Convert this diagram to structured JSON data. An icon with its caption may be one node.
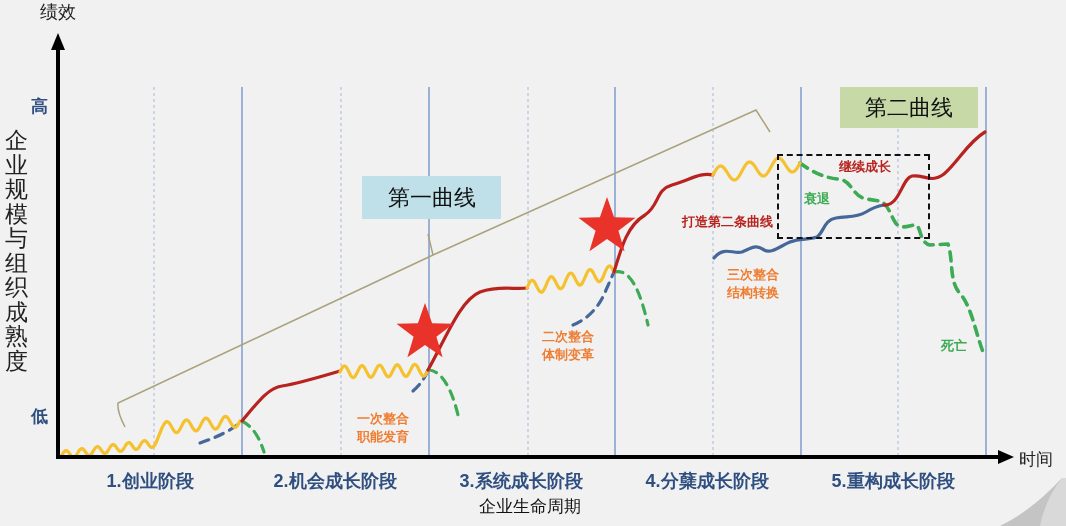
{
  "diagram": {
    "nodes": [
      {
        "text": [
          "第二曲线"
        ]
      },
      {
        "text": [
          "继续成长",
          "衰退"
        ]
      },
      {
        "text": [
          "第一曲线"
        ]
      }
    ],
    "labels": [
      "绩效",
      "高",
      "企业规模与组织成熟度",
      "打造第二条曲线",
      "三次整合结构转换",
      "二次整合体制变革",
      "死亡",
      "低",
      "一次整合职能发育",
      "时间",
      "1.创业阶段",
      "2.机会成长阶段",
      "3.系统成长阶段",
      "4.分蘖成长阶段",
      "5.重构成长阶段",
      "企业生命周期"
    ]
  }
}
